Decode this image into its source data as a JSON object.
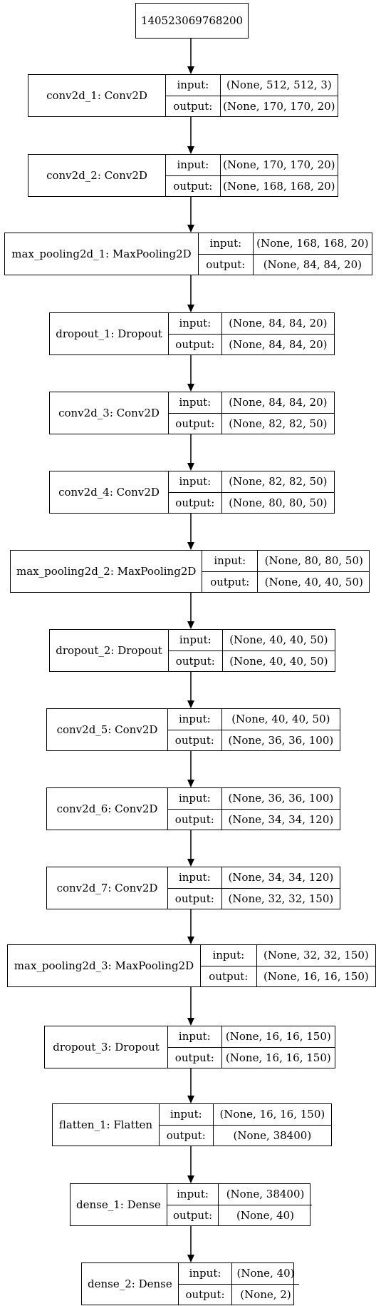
{
  "root": "140523069768200",
  "labels": {
    "input": "input:",
    "output": "output:"
  },
  "layers": [
    {
      "name": "conv2d_1: Conv2D",
      "input": "(None, 512, 512, 3)",
      "output": "(None, 170, 170, 20)"
    },
    {
      "name": "conv2d_2: Conv2D",
      "input": "(None, 170, 170, 20)",
      "output": "(None, 168, 168, 20)"
    },
    {
      "name": "max_pooling2d_1: MaxPooling2D",
      "input": "(None, 168, 168, 20)",
      "output": "(None, 84, 84, 20)"
    },
    {
      "name": "dropout_1: Dropout",
      "input": "(None, 84, 84, 20)",
      "output": "(None, 84, 84, 20)"
    },
    {
      "name": "conv2d_3: Conv2D",
      "input": "(None, 84, 84, 20)",
      "output": "(None, 82, 82, 50)"
    },
    {
      "name": "conv2d_4: Conv2D",
      "input": "(None, 82, 82, 50)",
      "output": "(None, 80, 80, 50)"
    },
    {
      "name": "max_pooling2d_2: MaxPooling2D",
      "input": "(None, 80, 80, 50)",
      "output": "(None, 40, 40, 50)"
    },
    {
      "name": "dropout_2: Dropout",
      "input": "(None, 40, 40, 50)",
      "output": "(None, 40, 40, 50)"
    },
    {
      "name": "conv2d_5: Conv2D",
      "input": "(None, 40, 40, 50)",
      "output": "(None, 36, 36, 100)"
    },
    {
      "name": "conv2d_6: Conv2D",
      "input": "(None, 36, 36, 100)",
      "output": "(None, 34, 34, 120)"
    },
    {
      "name": "conv2d_7: Conv2D",
      "input": "(None, 34, 34, 120)",
      "output": "(None, 32, 32, 150)"
    },
    {
      "name": "max_pooling2d_3: MaxPooling2D",
      "input": "(None, 32, 32, 150)",
      "output": "(None, 16, 16, 150)"
    },
    {
      "name": "dropout_3: Dropout",
      "input": "(None, 16, 16, 150)",
      "output": "(None, 16, 16, 150)"
    },
    {
      "name": "flatten_1: Flatten",
      "input": "(None, 16, 16, 150)",
      "output": "(None, 38400)"
    },
    {
      "name": "dense_1: Dense",
      "input": "(None, 38400)",
      "output": "(None, 40)"
    },
    {
      "name": "dense_2: Dense",
      "input": "(None, 40)",
      "output": "(None, 2)"
    }
  ]
}
